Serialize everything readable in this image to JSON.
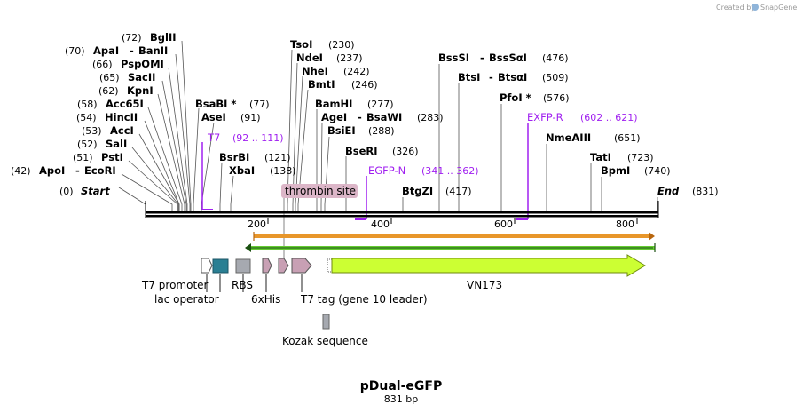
{
  "watermark": {
    "prefix": "Created by",
    "brand": "SnapGene"
  },
  "sites_left": [
    {
      "pos": "(72)",
      "name": "BglII"
    },
    {
      "pos": "(70)",
      "name": "ApaI",
      "name2": "BanII"
    },
    {
      "pos": "(66)",
      "name": "PspOMI"
    },
    {
      "pos": "(65)",
      "name": "SacII"
    },
    {
      "pos": "(62)",
      "name": "KpnI"
    },
    {
      "pos": "(58)",
      "name": "Acc65I"
    },
    {
      "pos": "(54)",
      "name": "HincII"
    },
    {
      "pos": "(53)",
      "name": "AccI"
    },
    {
      "pos": "(52)",
      "name": "SalI"
    },
    {
      "pos": "(51)",
      "name": "PstI"
    },
    {
      "pos": "(42)",
      "name": "ApoI",
      "name2": "EcoRI"
    }
  ],
  "start": {
    "pos": "(0)",
    "name": "Start"
  },
  "end": {
    "pos": "(831)",
    "name": "End"
  },
  "sites_mid": [
    {
      "name": "BsaBI *",
      "pos": "(77)"
    },
    {
      "name": "AseI",
      "pos": "(91)"
    },
    {
      "name": "BsrBI",
      "pos": "(121)"
    },
    {
      "name": "XbaI",
      "pos": "(138)"
    },
    {
      "name": "TsoI",
      "pos": "(230)"
    },
    {
      "name": "NdeI",
      "pos": "(237)"
    },
    {
      "name": "NheI",
      "pos": "(242)"
    },
    {
      "name": "BmtI",
      "pos": "(246)"
    },
    {
      "name": "BamHI",
      "pos": "(277)"
    },
    {
      "name": "AgeI",
      "name2": "BsaWI",
      "pos": "(283)"
    },
    {
      "name": "BsiEI",
      "pos": "(288)"
    },
    {
      "name": "BseRI",
      "pos": "(326)"
    },
    {
      "name": "BtgZI",
      "pos": "(417)"
    },
    {
      "name": "BssSI",
      "name2": "BssSαI",
      "pos": "(476)"
    },
    {
      "name": "BtsI",
      "name2": "BtsαI",
      "pos": "(509)"
    },
    {
      "name": "PfoI *",
      "pos": "(576)"
    },
    {
      "name": "NmeAIII",
      "pos": "(651)"
    },
    {
      "name": "TatI",
      "pos": "(723)"
    },
    {
      "name": "BpmI",
      "pos": "(740)"
    }
  ],
  "primers": [
    {
      "name": "T7",
      "range": "(92 .. 111)"
    },
    {
      "name": "EGFP-N",
      "range": "(341 .. 362)"
    },
    {
      "name": "EXFP-R",
      "range": "(602 .. 621)"
    }
  ],
  "thrombin_label": "thrombin site",
  "ruler_ticks": [
    "200",
    "400",
    "600",
    "800"
  ],
  "features": {
    "t7_promoter": "T7 promoter",
    "lac_operator": "lac operator",
    "rbs": "RBS",
    "his6": "6xHis",
    "t7_tag": "T7 tag (gene 10 leader)",
    "kozak": "Kozak sequence",
    "vn173": "VN173"
  },
  "plasmid": {
    "name": "pDual-eGFP",
    "size": "831 bp"
  },
  "colors": {
    "primer": "#a020f0",
    "lac_operator": "#2a7f93",
    "rbs": "#a6a9b0",
    "his_tag": "#c8a0b4",
    "thrombin": "#dcb6c8",
    "vn173": "#ccff33",
    "orange_arrow": "#e8962a",
    "green_arrow": "#66cc33"
  }
}
